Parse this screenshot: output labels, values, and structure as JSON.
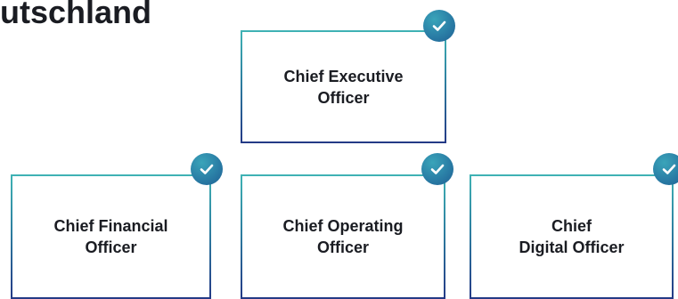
{
  "heading": {
    "text": "utschland"
  },
  "org_chart": {
    "top": {
      "label": "Chief Executive\nOfficer",
      "check_icon": "check-icon"
    },
    "children": [
      {
        "label": "Chief Financial\nOfficer",
        "check_icon": "check-icon"
      },
      {
        "label": "Chief Operating\nOfficer",
        "check_icon": "check-icon"
      },
      {
        "label": "Chief\nDigital Officer",
        "check_icon": "check-icon"
      }
    ]
  },
  "colors": {
    "border_top": "#3fb2b4",
    "border_bottom": "#243a86",
    "check_fill": "#2a7ea6",
    "text": "#1a1c22"
  }
}
